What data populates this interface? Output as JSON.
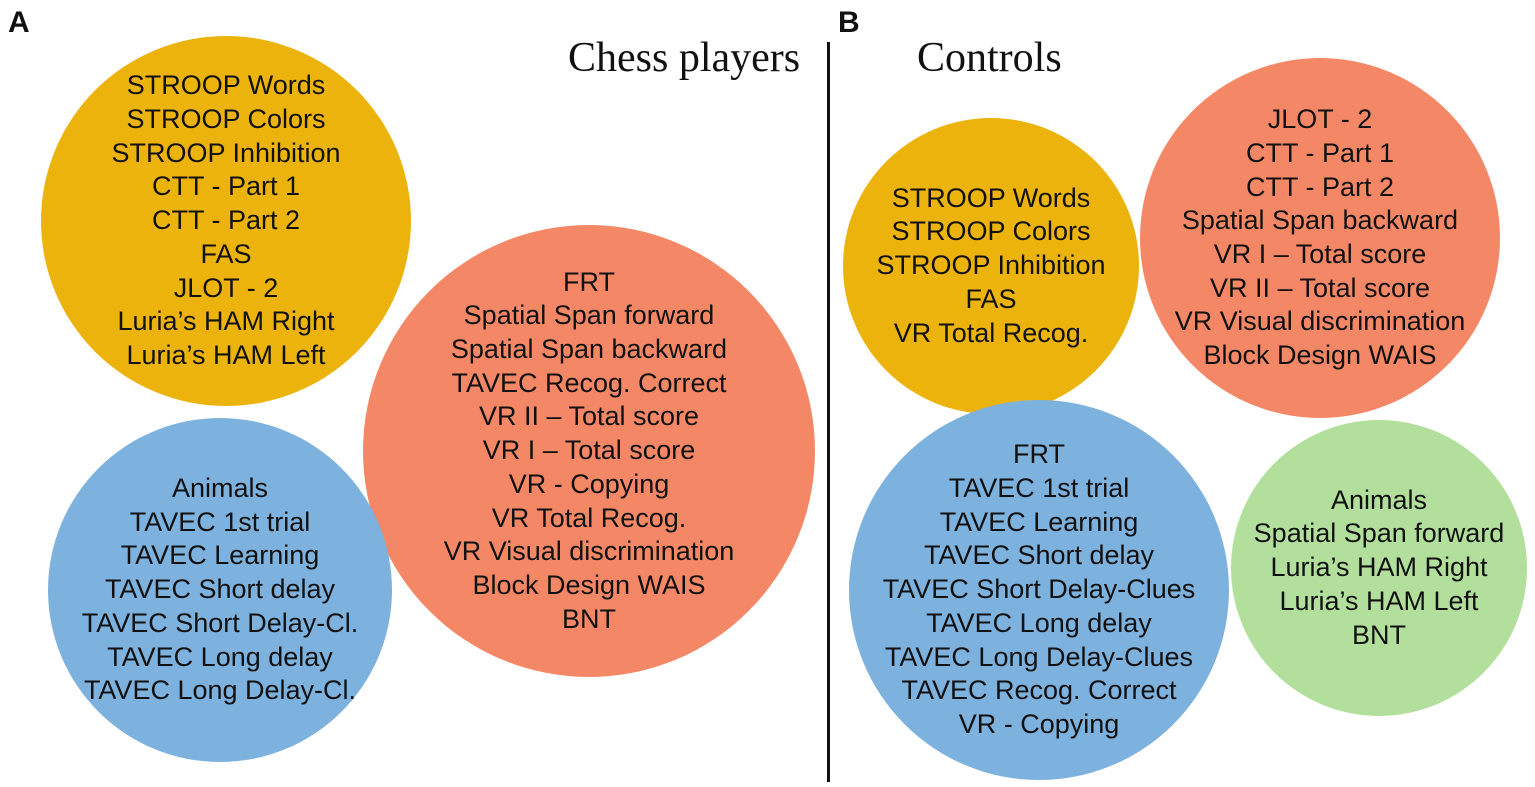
{
  "colors": {
    "gold": "#ecb30d",
    "salmon": "#f48866",
    "blue": "#7db1de",
    "green": "#b2df9c"
  },
  "panel_a": {
    "letter": "A",
    "title": "Chess players",
    "clusters": [
      {
        "color": "gold",
        "items": [
          "STROOP Words",
          "STROOP Colors",
          "STROOP Inhibition",
          "CTT - Part 1",
          "CTT - Part 2",
          "FAS",
          "JLOT - 2",
          "Luria’s HAM Right",
          "Luria’s HAM Left"
        ]
      },
      {
        "color": "salmon",
        "items": [
          "FRT",
          "Spatial Span forward",
          "Spatial Span backward",
          "TAVEC Recog. Correct",
          "VR II – Total score",
          "VR I – Total score",
          "VR - Copying",
          "VR Total Recog.",
          "VR Visual discrimination",
          "Block Design WAIS",
          "BNT"
        ]
      },
      {
        "color": "blue",
        "items": [
          "Animals",
          "TAVEC 1st trial",
          "TAVEC Learning",
          "TAVEC Short delay",
          "TAVEC Short Delay-Cl.",
          "TAVEC Long delay",
          "TAVEC Long Delay-Cl."
        ]
      }
    ]
  },
  "panel_b": {
    "letter": "B",
    "title": "Controls",
    "clusters": [
      {
        "color": "gold",
        "items": [
          "STROOP Words",
          "STROOP Colors",
          "STROOP Inhibition",
          "FAS",
          "VR Total Recog."
        ]
      },
      {
        "color": "salmon",
        "items": [
          "JLOT - 2",
          "CTT - Part 1",
          "CTT - Part 2",
          "Spatial Span backward",
          "VR I – Total score",
          "VR II – Total score",
          "VR Visual discrimination",
          "Block Design WAIS"
        ]
      },
      {
        "color": "blue",
        "items": [
          "FRT",
          "TAVEC 1st trial",
          "TAVEC Learning",
          "TAVEC Short delay",
          "TAVEC Short Delay-Clues",
          "TAVEC Long delay",
          "TAVEC Long Delay-Clues",
          "TAVEC Recog. Correct",
          "VR - Copying"
        ]
      },
      {
        "color": "green",
        "items": [
          "Animals",
          "Spatial Span forward",
          "Luria’s HAM Right",
          "Luria’s HAM Left",
          "BNT"
        ]
      }
    ]
  }
}
